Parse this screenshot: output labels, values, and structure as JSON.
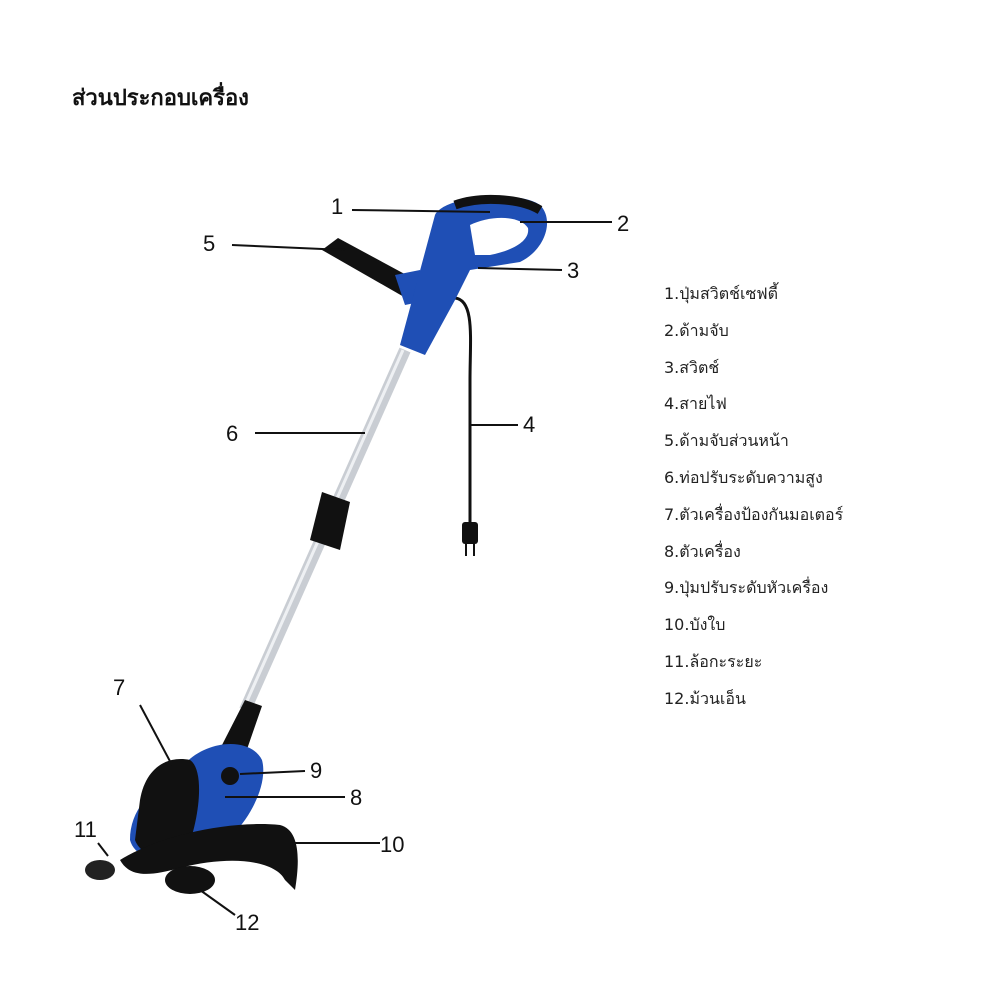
{
  "title": "ส่วนประกอบเครื่อง",
  "callouts": [
    "1",
    "2",
    "3",
    "4",
    "5",
    "6",
    "7",
    "8",
    "9",
    "10",
    "11",
    "12"
  ],
  "legend": [
    "1.ปุ่มสวิตช์เซฟตี้",
    "2.ด้ามจับ",
    "3.สวิตช์",
    "4.สายไฟ",
    "5.ด้ามจับส่วนหน้า",
    "6.ท่อปรับระดับความสูง",
    "7.ตัวเครื่องป้องกันมอเตอร์",
    "8.ตัวเครื่อง",
    "9.ปุ่มปรับระดับหัวเครื่อง",
    "10.บังใบ",
    "11.ล้อกะระยะ",
    "12.ม้วนเอ็น"
  ],
  "colors": {
    "body_blue": "#1f4fb5",
    "black": "#111111",
    "pole": "#c9cdd3"
  }
}
